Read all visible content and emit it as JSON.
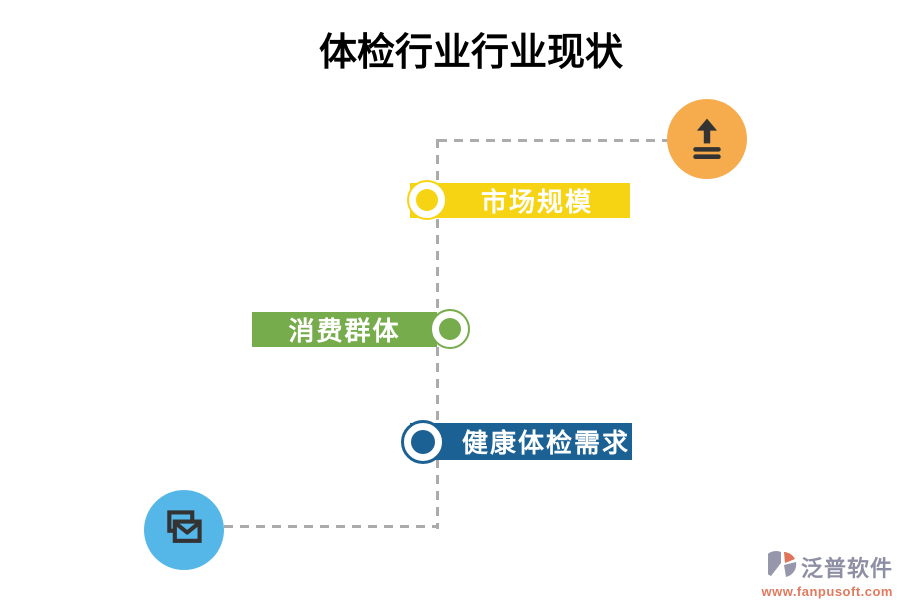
{
  "title": "体检行业行业现状",
  "bars": [
    {
      "label": "市场规模",
      "color": "#F7D413",
      "circle_side": "left"
    },
    {
      "label": "消费群体",
      "color": "#76AC4B",
      "circle_side": "right"
    },
    {
      "label": "健康体检需求",
      "color": "#1B6194",
      "circle_side": "left"
    }
  ],
  "icon_nodes": [
    {
      "icon": "upload-icon",
      "color": "#F6AC4D"
    },
    {
      "icon": "mail-icon",
      "color": "#55B6E8"
    }
  ],
  "connector_color": "#ABABAB",
  "icon_glyph_color": "#333333",
  "watermark": {
    "brand": "泛普软件",
    "url": "www.fanpusoft.com",
    "brand_color": "#8E8FA5",
    "url_color": "#E07A5F"
  }
}
